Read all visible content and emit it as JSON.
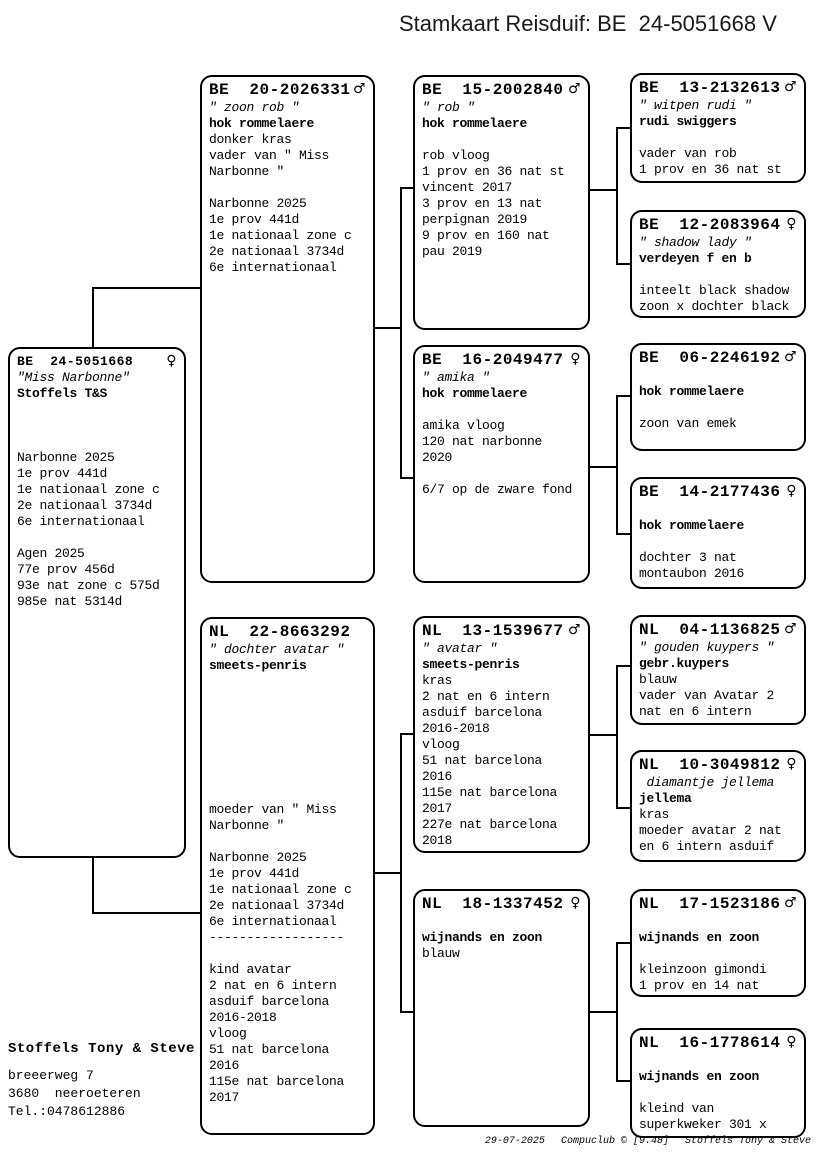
{
  "title": "Stamkaart Reisduif: BE  24-5051668 V",
  "symbols": {
    "male": "♂",
    "female": "♀"
  },
  "boxes": [
    {
      "ring": "BE  24-5051668",
      "sex": "female",
      "lines": [
        {
          "t": "\"Miss Narbonne\"",
          "s": "i"
        },
        {
          "t": "Stoffels T&S",
          "s": "b"
        },
        {
          "t": ""
        },
        {
          "t": ""
        },
        {
          "t": ""
        },
        {
          "t": "Narbonne 2025"
        },
        {
          "t": "1e prov 441d"
        },
        {
          "t": "1e nationaal zone c"
        },
        {
          "t": "2e nationaal 3734d"
        },
        {
          "t": "6e internationaal"
        },
        {
          "t": ""
        },
        {
          "t": "Agen 2025"
        },
        {
          "t": "77e prov 456d"
        },
        {
          "t": "93e nat zone c 575d"
        },
        {
          "t": "985e nat 5314d"
        }
      ]
    },
    {
      "ring": "BE  20-2026331",
      "sex": "male",
      "lines": [
        {
          "t": "\" zoon rob \"",
          "s": "i"
        },
        {
          "t": "hok rommelaere",
          "s": "b"
        },
        {
          "t": "donker kras"
        },
        {
          "t": "vader van \" Miss"
        },
        {
          "t": "Narbonne \""
        },
        {
          "t": ""
        },
        {
          "t": "Narbonne 2025"
        },
        {
          "t": "1e prov 441d"
        },
        {
          "t": "1e nationaal zone c"
        },
        {
          "t": "2e nationaal 3734d"
        },
        {
          "t": "6e internationaal"
        }
      ]
    },
    {
      "ring": "NL  22-8663292",
      "sex": "",
      "lines": [
        {
          "t": "\" dochter avatar \"",
          "s": "i"
        },
        {
          "t": "smeets-penris",
          "s": "b"
        },
        {
          "t": ""
        },
        {
          "t": ""
        },
        {
          "t": ""
        },
        {
          "t": ""
        },
        {
          "t": ""
        },
        {
          "t": ""
        },
        {
          "t": ""
        },
        {
          "t": ""
        },
        {
          "t": "moeder van \" Miss"
        },
        {
          "t": "Narbonne \""
        },
        {
          "t": ""
        },
        {
          "t": "Narbonne 2025"
        },
        {
          "t": "1e prov 441d"
        },
        {
          "t": "1e nationaal zone c"
        },
        {
          "t": "2e nationaal 3734d"
        },
        {
          "t": "6e internationaal"
        },
        {
          "t": "------------------"
        },
        {
          "t": ""
        },
        {
          "t": "kind avatar"
        },
        {
          "t": "2 nat en 6 intern"
        },
        {
          "t": "asduif barcelona"
        },
        {
          "t": "2016-2018"
        },
        {
          "t": "vloog"
        },
        {
          "t": "51 nat barcelona"
        },
        {
          "t": "2016"
        },
        {
          "t": "115e nat barcelona"
        },
        {
          "t": "2017"
        }
      ]
    },
    {
      "ring": "BE  15-2002840",
      "sex": "male",
      "lines": [
        {
          "t": "\" rob \"",
          "s": "i"
        },
        {
          "t": "hok rommelaere",
          "s": "b"
        },
        {
          "t": ""
        },
        {
          "t": "rob vloog"
        },
        {
          "t": "1 prov en 36 nat st"
        },
        {
          "t": "vincent 2017"
        },
        {
          "t": "3 prov en 13 nat"
        },
        {
          "t": "perpignan 2019"
        },
        {
          "t": "9 prov en 160 nat"
        },
        {
          "t": "pau 2019"
        }
      ]
    },
    {
      "ring": "BE  16-2049477",
      "sex": "female",
      "lines": [
        {
          "t": "\" amika \"",
          "s": "i"
        },
        {
          "t": "hok rommelaere",
          "s": "b"
        },
        {
          "t": ""
        },
        {
          "t": "amika vloog"
        },
        {
          "t": "120 nat narbonne"
        },
        {
          "t": "2020"
        },
        {
          "t": ""
        },
        {
          "t": "6/7 op de zware fond"
        }
      ]
    },
    {
      "ring": "NL  13-1539677",
      "sex": "male",
      "lines": [
        {
          "t": "\" avatar \"",
          "s": "i"
        },
        {
          "t": "smeets-penris",
          "s": "b"
        },
        {
          "t": "kras"
        },
        {
          "t": "2 nat en 6 intern"
        },
        {
          "t": "asduif barcelona"
        },
        {
          "t": "2016-2018"
        },
        {
          "t": "vloog"
        },
        {
          "t": "51 nat barcelona"
        },
        {
          "t": "2016"
        },
        {
          "t": "115e nat barcelona"
        },
        {
          "t": "2017"
        },
        {
          "t": "227e nat barcelona"
        },
        {
          "t": "2018"
        }
      ]
    },
    {
      "ring": "NL  18-1337452",
      "sex": "female",
      "lines": [
        {
          "t": ""
        },
        {
          "t": "wijnands en zoon",
          "s": "b"
        },
        {
          "t": "blauw"
        }
      ]
    },
    {
      "ring": "BE  13-2132613",
      "sex": "male",
      "lines": [
        {
          "t": "\" witpen rudi \"",
          "s": "i"
        },
        {
          "t": "rudi swiggers",
          "s": "b"
        },
        {
          "t": ""
        },
        {
          "t": "vader van rob"
        },
        {
          "t": "1 prov en 36 nat st"
        }
      ]
    },
    {
      "ring": "BE  12-2083964",
      "sex": "female",
      "lines": [
        {
          "t": "\" shadow lady \"",
          "s": "i"
        },
        {
          "t": "verdeyen f en b",
          "s": "b"
        },
        {
          "t": ""
        },
        {
          "t": "inteelt black shadow"
        },
        {
          "t": "zoon x dochter black"
        }
      ]
    },
    {
      "ring": "BE  06-2246192",
      "sex": "male",
      "lines": [
        {
          "t": ""
        },
        {
          "t": "hok rommelaere",
          "s": "b"
        },
        {
          "t": ""
        },
        {
          "t": "zoon van emek"
        }
      ]
    },
    {
      "ring": "BE  14-2177436",
      "sex": "female",
      "lines": [
        {
          "t": ""
        },
        {
          "t": "hok rommelaere",
          "s": "b"
        },
        {
          "t": ""
        },
        {
          "t": "dochter 3 nat"
        },
        {
          "t": "montaubon 2016"
        }
      ]
    },
    {
      "ring": "NL  04-1136825",
      "sex": "male",
      "lines": [
        {
          "t": "\" gouden kuypers \"",
          "s": "i"
        },
        {
          "t": "gebr.kuypers",
          "s": "b"
        },
        {
          "t": "blauw"
        },
        {
          "t": "vader van Avatar 2"
        },
        {
          "t": "nat en 6 intern"
        }
      ]
    },
    {
      "ring": "NL  10-3049812",
      "sex": "female",
      "lines": [
        {
          "t": " diamantje jellema",
          "s": "i"
        },
        {
          "t": "jellema",
          "s": "b"
        },
        {
          "t": "kras"
        },
        {
          "t": "moeder avatar 2 nat"
        },
        {
          "t": "en 6 intern asduif"
        }
      ]
    },
    {
      "ring": "NL  17-1523186",
      "sex": "male",
      "lines": [
        {
          "t": ""
        },
        {
          "t": "wijnands en zoon",
          "s": "b"
        },
        {
          "t": ""
        },
        {
          "t": "kleinzoon gimondi"
        },
        {
          "t": "1 prov en 14 nat"
        }
      ]
    },
    {
      "ring": "NL  16-1778614",
      "sex": "female",
      "lines": [
        {
          "t": ""
        },
        {
          "t": "wijnands en zoon",
          "s": "b"
        },
        {
          "t": ""
        },
        {
          "t": "kleind van"
        },
        {
          "t": "superkweker 301 x"
        }
      ]
    }
  ],
  "owner": {
    "name": "Stoffels Tony & Steve",
    "street": "breeerweg 7",
    "city": "3680  neeroeteren",
    "phone": "Tel.:0478612886"
  },
  "footer": {
    "date": "29-07-2025",
    "program": "Compuclub © [9.48]",
    "owner": "Stoffels Tony & Steve"
  }
}
